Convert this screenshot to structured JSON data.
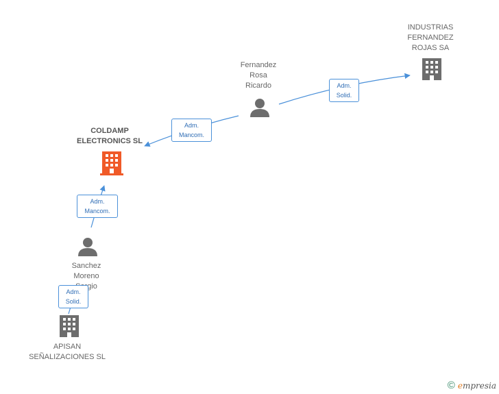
{
  "nodes": {
    "industrias": {
      "lines": [
        "INDUSTRIAS",
        "FERNANDEZ",
        "ROJAS SA"
      ],
      "kind": "company"
    },
    "fernandez": {
      "lines": [
        "Fernandez",
        "Rosa",
        "Ricardo"
      ],
      "kind": "person"
    },
    "coldamp": {
      "lines": [
        "COLDAMP",
        "ELECTRONICS SL"
      ],
      "kind": "company",
      "highlight": true
    },
    "sanchez": {
      "lines": [
        "Sanchez",
        "Moreno",
        "Sergio"
      ],
      "kind": "person"
    },
    "apisan": {
      "lines": [
        "APISAN",
        "SEÑALIZACIONES SL"
      ],
      "kind": "company"
    }
  },
  "relations": {
    "fernandez_industrias": {
      "lines": [
        "Adm.",
        "Solid."
      ]
    },
    "fernandez_coldamp": {
      "lines": [
        "Adm.",
        "Mancom."
      ]
    },
    "sanchez_coldamp": {
      "lines": [
        "Adm.",
        "Mancom."
      ]
    },
    "sanchez_apisan": {
      "lines": [
        "Adm.",
        "Solid."
      ]
    }
  },
  "colors": {
    "edge": "#4a90d9",
    "company": "#6d6d6d",
    "company_highlight": "#f05a28",
    "person": "#6d6d6d"
  },
  "footer": {
    "copyright": "©",
    "brand_first": "e",
    "brand_rest": "mpresia"
  }
}
